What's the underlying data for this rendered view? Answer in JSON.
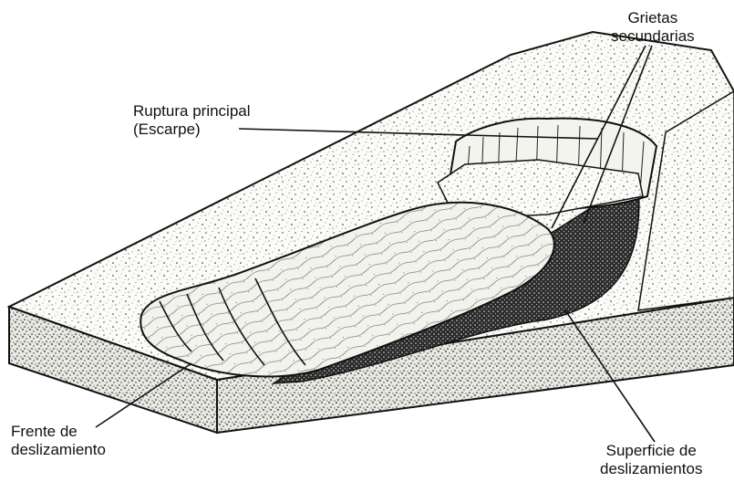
{
  "labels": {
    "ruptura": {
      "line1": "Ruptura principal",
      "line2": "(Escarpe)"
    },
    "grietas": {
      "line1": "Grietas",
      "line2": "secundarias"
    },
    "frente": {
      "line1": "Frente de",
      "line2": "deslizamiento"
    },
    "superficie": {
      "line1": "Superficie de",
      "line2": "deslizamientos"
    }
  }
}
